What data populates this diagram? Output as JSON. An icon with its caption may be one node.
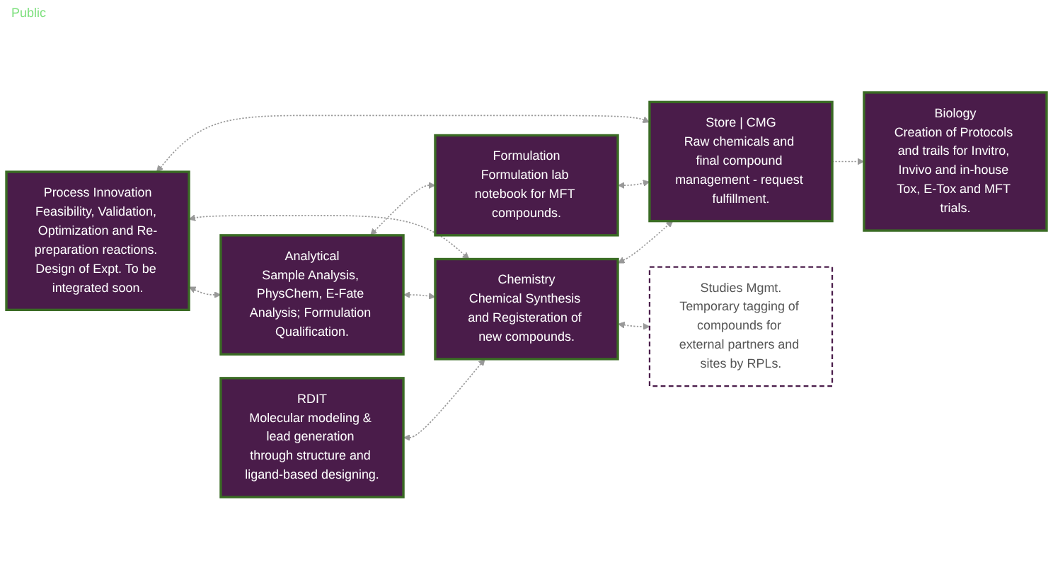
{
  "diagram": {
    "nodes": [
      {
        "text": [
          "Process Innovation",
          "Feasibility, Validation, Optimization and Re-preparation reactions. Design of Expt. To be integrated soon."
        ]
      },
      {
        "text": [
          "RDIT",
          "Molecular modeling & lead generation through structure and ligand-based designing."
        ]
      },
      {
        "text": [
          "Biology",
          "Creation of Protocols and trails for Invitro, Invivo and in-house Tox, E-Tox and MFT trials."
        ]
      },
      {
        "text": [
          "Analytical",
          "Sample Analysis, PhysChem, E-Fate Analysis; Formulation Qualification."
        ]
      },
      {
        "text": [
          "Chemistry",
          "Chemical Synthesis and Registeration of new compounds."
        ]
      },
      {
        "text": [
          "Store | CMG",
          "Raw chemicals and final compound management - request fulfillment."
        ]
      },
      {
        "text": [
          "Formulation",
          "Formulation lab notebook for MFT compounds."
        ]
      },
      {
        "text": [
          "Studies Mgmt.",
          "Temporary tagging of compounds for external partners and sites by RPLs."
        ]
      }
    ],
    "edges": [
      {
        "from": 5,
        "to": 0,
        "arrow": "both",
        "style": "dashed"
      },
      {
        "from": 4,
        "to": 0,
        "arrow": "both",
        "style": "dashed"
      },
      {
        "from": 0,
        "to": 3,
        "arrow": "both",
        "style": "dashed"
      },
      {
        "from": 1,
        "to": 4,
        "arrow": "both",
        "style": "dashed"
      },
      {
        "from": 5,
        "to": 2,
        "arrow": "to",
        "style": "dashed"
      },
      {
        "from": 3,
        "to": 4,
        "arrow": "both",
        "style": "dashed"
      },
      {
        "from": 4,
        "to": 5,
        "arrow": "both",
        "style": "dashed"
      },
      {
        "from": 3,
        "to": 6,
        "arrow": "both",
        "style": "dashed"
      },
      {
        "from": 4,
        "to": 7,
        "arrow": "both",
        "style": "dashed"
      },
      {
        "from": 6,
        "to": 5,
        "arrow": "both",
        "style": "dashed"
      }
    ],
    "labels": [
      "Public"
    ]
  }
}
